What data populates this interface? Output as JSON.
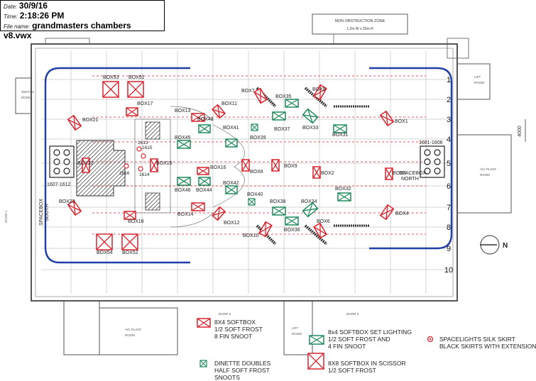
{
  "header": {
    "date_label": "Date:",
    "date_value": "30/9/16",
    "time_label": "Time:",
    "time_value": "2:18:26 PM",
    "file_label": "File name:",
    "file_value": "grandmasters chambers v8.vwx"
  },
  "plan": {
    "non_obstruction_title": "NON OBSTRUCTION ZONE",
    "non_obstruction_size": "1.2m W x 20m H",
    "dimension": "4000",
    "north_symbol": "N",
    "spacebox_north": [
      "SPACEBOX",
      "NORTH"
    ],
    "spacebox_south": [
      "SPACEBOX",
      "SOUTH"
    ],
    "range_left": "1607-1612",
    "range_right": "1601-1606",
    "rooms": [
      "SWITCH",
      "ROOM",
      "LIFT",
      "ROOM",
      "A/C PLANT",
      "ROOM",
      "A/C PLANT",
      "ROOM",
      "LIFT",
      "ROOM",
      "DOOR 1",
      "DOOR 2",
      "DOOR 3"
    ],
    "row_numbers": [
      "1",
      "2",
      "3",
      "4",
      "5",
      "6",
      "7",
      "8",
      "9",
      "10"
    ],
    "circle_numbers": [
      "1615",
      "1613",
      "1614",
      "1616"
    ],
    "boxes": [
      {
        "label": "BOX53",
        "kind": "scissor"
      },
      {
        "label": "BOX51",
        "kind": "scissor"
      },
      {
        "label": "BOX17",
        "kind": "softbox"
      },
      {
        "label": "BOX21",
        "kind": "softbox"
      },
      {
        "label": "BOX22",
        "kind": "softbox"
      },
      {
        "label": "BOX23",
        "kind": "softbox"
      },
      {
        "label": "BOX18",
        "kind": "softbox"
      },
      {
        "label": "BOX54",
        "kind": "scissor"
      },
      {
        "label": "BOX52",
        "kind": "scissor"
      },
      {
        "label": "BOX13",
        "kind": "softbox"
      },
      {
        "label": "BOX15",
        "kind": "softbox"
      },
      {
        "label": "BOX14",
        "kind": "softbox"
      },
      {
        "label": "BOX11",
        "kind": "softbox"
      },
      {
        "label": "BOX16",
        "kind": "softbox"
      },
      {
        "label": "BOX12",
        "kind": "softbox"
      },
      {
        "label": "BOX43",
        "kind": "setlight"
      },
      {
        "label": "BOX45",
        "kind": "setlight"
      },
      {
        "label": "BOX46",
        "kind": "setlight"
      },
      {
        "label": "BOX44",
        "kind": "setlight"
      },
      {
        "label": "BOX41",
        "kind": "setlight"
      },
      {
        "label": "BOX42",
        "kind": "setlight"
      },
      {
        "label": "BOX7",
        "kind": "softbox"
      },
      {
        "label": "BOX10",
        "kind": "softbox"
      },
      {
        "label": "BOX8",
        "kind": "softbox"
      },
      {
        "label": "BOX39",
        "kind": "dinette"
      },
      {
        "label": "BOX40",
        "kind": "dinette"
      },
      {
        "label": "BOX35",
        "kind": "setlight"
      },
      {
        "label": "BOX37",
        "kind": "setlight"
      },
      {
        "label": "BOX33",
        "kind": "setlight"
      },
      {
        "label": "BOX38",
        "kind": "setlight"
      },
      {
        "label": "BOX36",
        "kind": "setlight"
      },
      {
        "label": "BOX34",
        "kind": "setlight"
      },
      {
        "label": "BOX9",
        "kind": "softbox"
      },
      {
        "label": "BOX5",
        "kind": "softbox"
      },
      {
        "label": "BOX6",
        "kind": "softbox"
      },
      {
        "label": "BOX31",
        "kind": "setlight"
      },
      {
        "label": "BOX32",
        "kind": "setlight"
      },
      {
        "label": "BOX2",
        "kind": "softbox"
      },
      {
        "label": "BOX1",
        "kind": "softbox"
      },
      {
        "label": "BOX3",
        "kind": "softbox"
      },
      {
        "label": "BOX4",
        "kind": "softbox"
      }
    ]
  },
  "legend": {
    "softbox": [
      "8X4 SOFTBOX",
      "1/2 SOFT FROST",
      "8 FIN SNOOT"
    ],
    "dinette": [
      "DINETTE DOUBLES",
      "HALF SOFT FROST",
      "SNOOTS"
    ],
    "setlight": [
      "8x4 SOFTBOX SET LIGHTING",
      "1/2 SOFT FROST AND",
      "4 FIN SNOOT"
    ],
    "scissor": [
      "8X8 SOFTBOX IN SCISSOR",
      "1/2 SOFT FROST"
    ],
    "spacelights": [
      "SPACELIGHTS SILK SKIRT",
      "BLACK SKIRTS WITH EXTENSIONS"
    ]
  },
  "colors": {
    "red": "#d9232d",
    "green": "#1f8a5a",
    "blue": "#1f3fa8",
    "wall": "#555555",
    "grid": "#c9c9c9"
  }
}
